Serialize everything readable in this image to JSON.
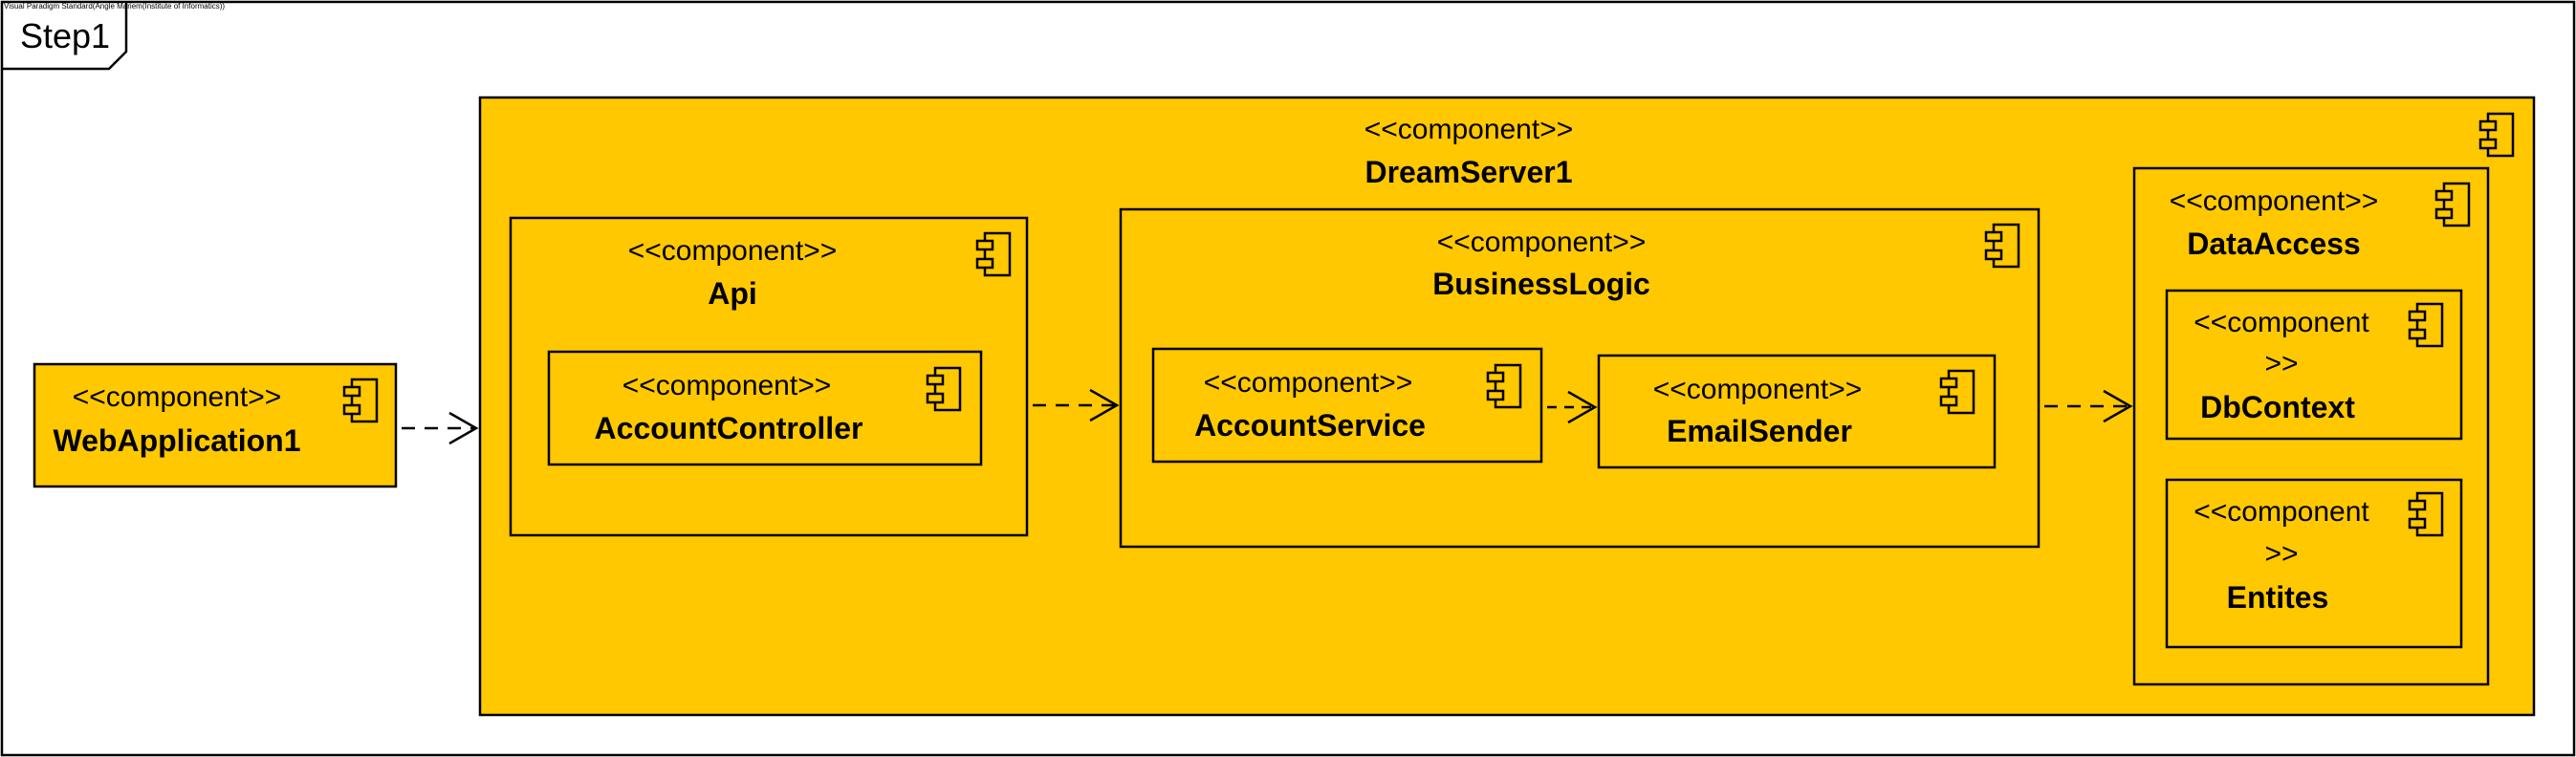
{
  "credit": "Visual Paradigm Standard(Angle Mariem(Institute of Informatics))",
  "frame": {
    "label": "Step1"
  },
  "colors": {
    "component_fill": "#FFC800",
    "stroke": "#000000",
    "background": "#FFFFFF"
  },
  "components": {
    "web_app": {
      "stereotype": "<<component>>",
      "name": "WebApplication1",
      "icon": "component-icon"
    },
    "dream_server": {
      "stereotype": "<<component>>",
      "name": "DreamServer1",
      "icon": "component-icon"
    },
    "api": {
      "stereotype": "<<component>>",
      "name": "Api",
      "icon": "component-icon"
    },
    "account_controller": {
      "stereotype": "<<component>>",
      "name": "AccountController",
      "icon": "component-icon"
    },
    "business_logic": {
      "stereotype": "<<component>>",
      "name": "BusinessLogic",
      "icon": "component-icon"
    },
    "account_service": {
      "stereotype": "<<component>>",
      "name": "AccountService",
      "icon": "component-icon"
    },
    "email_sender": {
      "stereotype": "<<component>>",
      "name": "EmailSender",
      "icon": "component-icon"
    },
    "data_access": {
      "stereotype": "<<component>>",
      "name": "DataAccess",
      "icon": "component-icon"
    },
    "db_context": {
      "stereotype_line1": "<<component",
      "stereotype_line2": ">>",
      "name": "DbContext",
      "icon": "component-icon"
    },
    "entites": {
      "stereotype_line1": "<<component",
      "stereotype_line2": ">>",
      "name": "Entites",
      "icon": "component-icon"
    }
  },
  "dependencies": [
    {
      "from": "WebApplication1",
      "to": "DreamServer1"
    },
    {
      "from": "Api",
      "to": "BusinessLogic"
    },
    {
      "from": "AccountService",
      "to": "EmailSender"
    },
    {
      "from": "BusinessLogic",
      "to": "DataAccess"
    }
  ]
}
